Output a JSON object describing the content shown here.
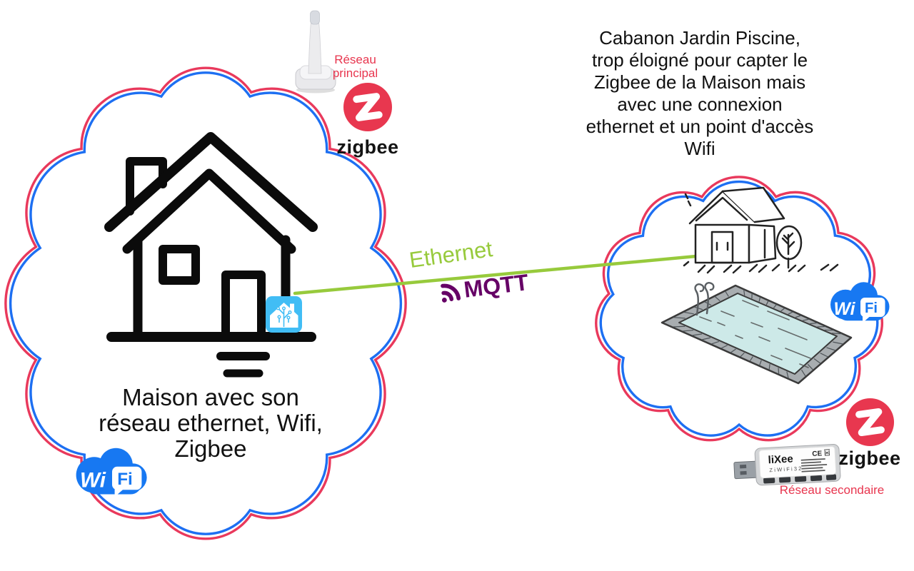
{
  "colors": {
    "cloud_red": "#E9395C",
    "cloud_blue": "#1D6FF2",
    "ethernet_green": "#97CA3C",
    "mqtt_purple": "#660066",
    "zigbee_red": "#E8374F",
    "wifi_blue": "#1778F2",
    "ha_blue": "#41BDF5",
    "label_red": "#E8354E"
  },
  "maison": {
    "caption": "Maison avec son\nréseau ethernet, Wifi,\nZigbee"
  },
  "cabanon": {
    "note": "Cabanon Jardin Piscine,\ntrop éloigné pour capter le\nZigbee de la Maison mais\navec une connexion\nethernet et un point d'accès\nWifi"
  },
  "link": {
    "ethernet": "Ethernet",
    "mqtt": "MQTT"
  },
  "zigbee_primary": {
    "label": "Réseau\nprincipal",
    "wordmark": "zigbee"
  },
  "zigbee_secondary": {
    "label": "Réseau secondaire",
    "wordmark": "zigbee"
  },
  "wifi_logo": {
    "wi": "Wi",
    "fi": "Fi"
  },
  "dongle": {
    "brand": "liXee",
    "model": "ZiWiFi32",
    "ce": "CE"
  }
}
